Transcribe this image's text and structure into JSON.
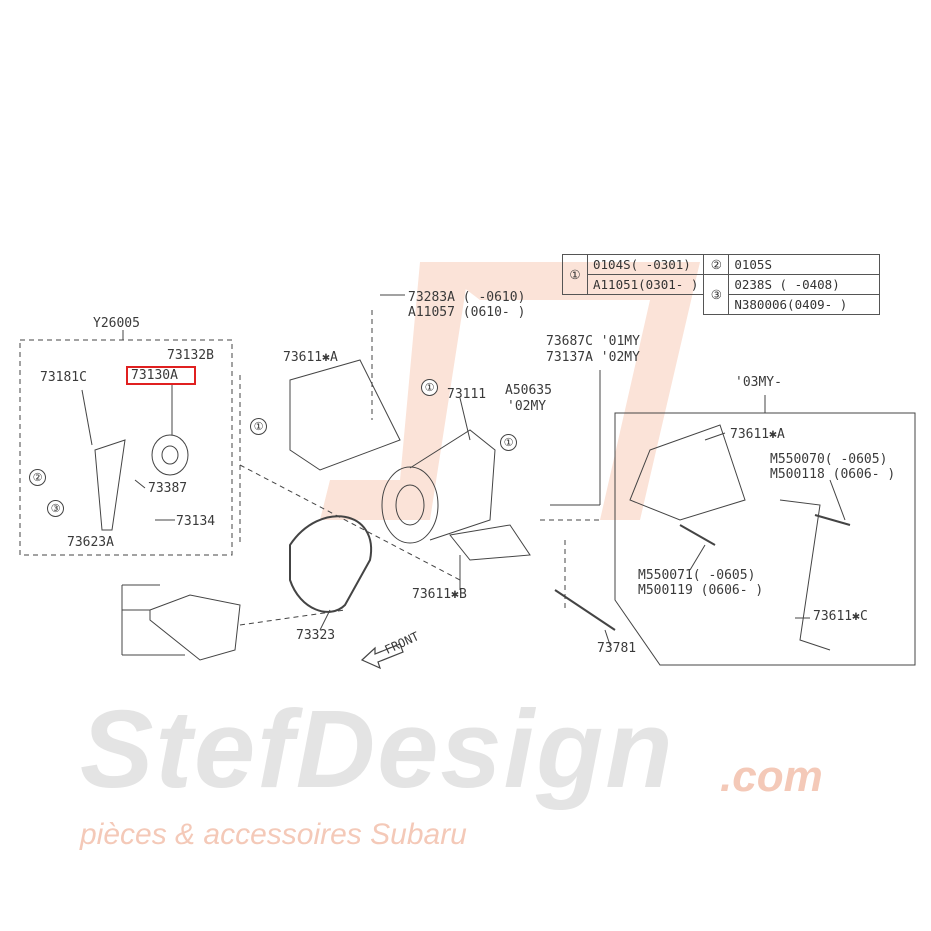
{
  "watermark": {
    "brand": "StefDesign",
    "domain": ".com",
    "tagline": "pièces & accessoires Subaru"
  },
  "highlighted_part": "73130A",
  "legend_table": {
    "rows": [
      {
        "marker": "①",
        "entries": [
          "0104S( -0301)",
          "A11051(0301- )"
        ]
      },
      {
        "marker": "②",
        "entries": [
          "0105S"
        ]
      },
      {
        "marker": "③",
        "entries": [
          "0238S ( -0408)",
          "N380006(0409- )"
        ]
      }
    ]
  },
  "labels": {
    "y26005": "Y26005",
    "p73132b": "73132B",
    "p73181c": "73181C",
    "p73130a": "73130A",
    "p73387": "73387",
    "p73134": "73134",
    "p73623a": "73623A",
    "p73611a": "73611✱A",
    "p73283a": "73283A ( -0610)",
    "a11057": "A11057 (0610- )",
    "p73111": "73111",
    "a50635": "A50635",
    "my02": "'02MY",
    "p73687c": "73687C '01MY",
    "p73137a": "73137A '02MY",
    "my03": "'03MY-",
    "p73611a2": "73611✱A",
    "m550070": "M550070( -0605)",
    "m500118": "M500118 (0606- )",
    "m550071": "M550071( -0605)",
    "m500119": "M500119 (0606- )",
    "p73611c": "73611✱C",
    "p73611b": "73611✱B",
    "p73323": "73323",
    "p73781": "73781",
    "front": "FRONT"
  },
  "callouts": {
    "one": "①",
    "two": "②",
    "three": "③"
  }
}
